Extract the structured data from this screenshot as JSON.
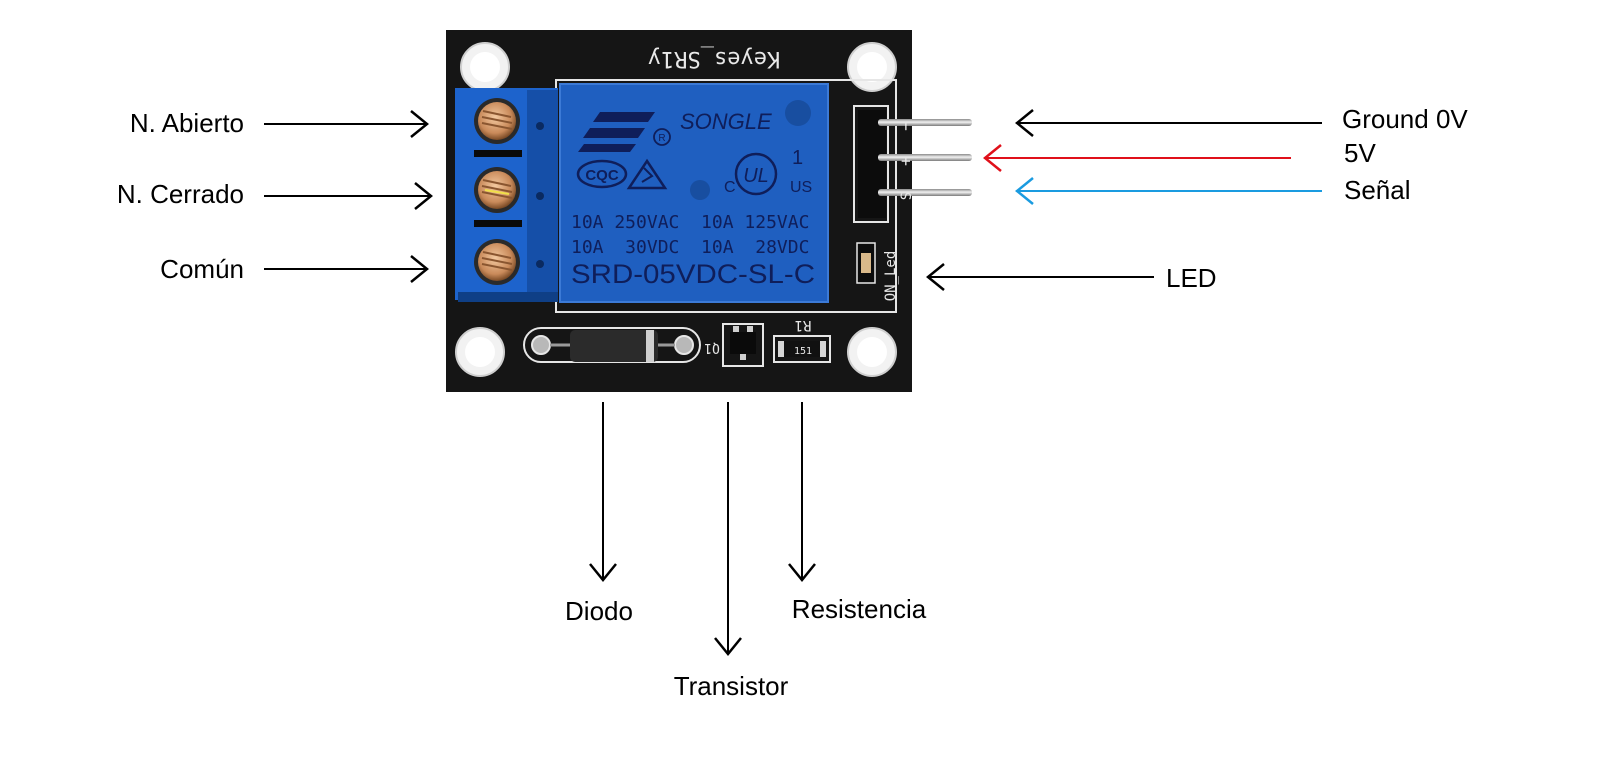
{
  "labels": {
    "normally_open": "N. Abierto",
    "normally_closed": "N. Cerrado",
    "common": "Común",
    "ground": "Ground 0V",
    "five_volt": "5V",
    "signal": "Señal",
    "led": "LED",
    "diode": "Diodo",
    "transistor": "Transistor",
    "resistor": "Resistencia"
  },
  "board": {
    "silkscreen_title": "Keyes_SR1y",
    "pin_minus": "−",
    "pin_plus": "+",
    "pin_signal": "S",
    "led_label": "ON_Led",
    "transistor_ref": "Q1",
    "resistor_ref": "R1",
    "resistor_code": "151"
  },
  "relay": {
    "brand": "SONGLE",
    "cert_cqc": "CQC",
    "cert_c": "C",
    "cert_us": "US",
    "cert_1": "1",
    "rating_line1": "10A 250VAC  10A 125VAC",
    "rating_line2": "10A  30VDC  10A  28VDC",
    "model": "SRD-05VDC-SL-C"
  },
  "colors": {
    "pcb": "#151515",
    "relay_blue": "#1f5fc0",
    "terminal_blue": "#1d63cc",
    "arrow_black": "#000000",
    "arrow_red": "#e0101a",
    "arrow_blue": "#1a9be0",
    "pin_metal": "#c9c9c9"
  }
}
